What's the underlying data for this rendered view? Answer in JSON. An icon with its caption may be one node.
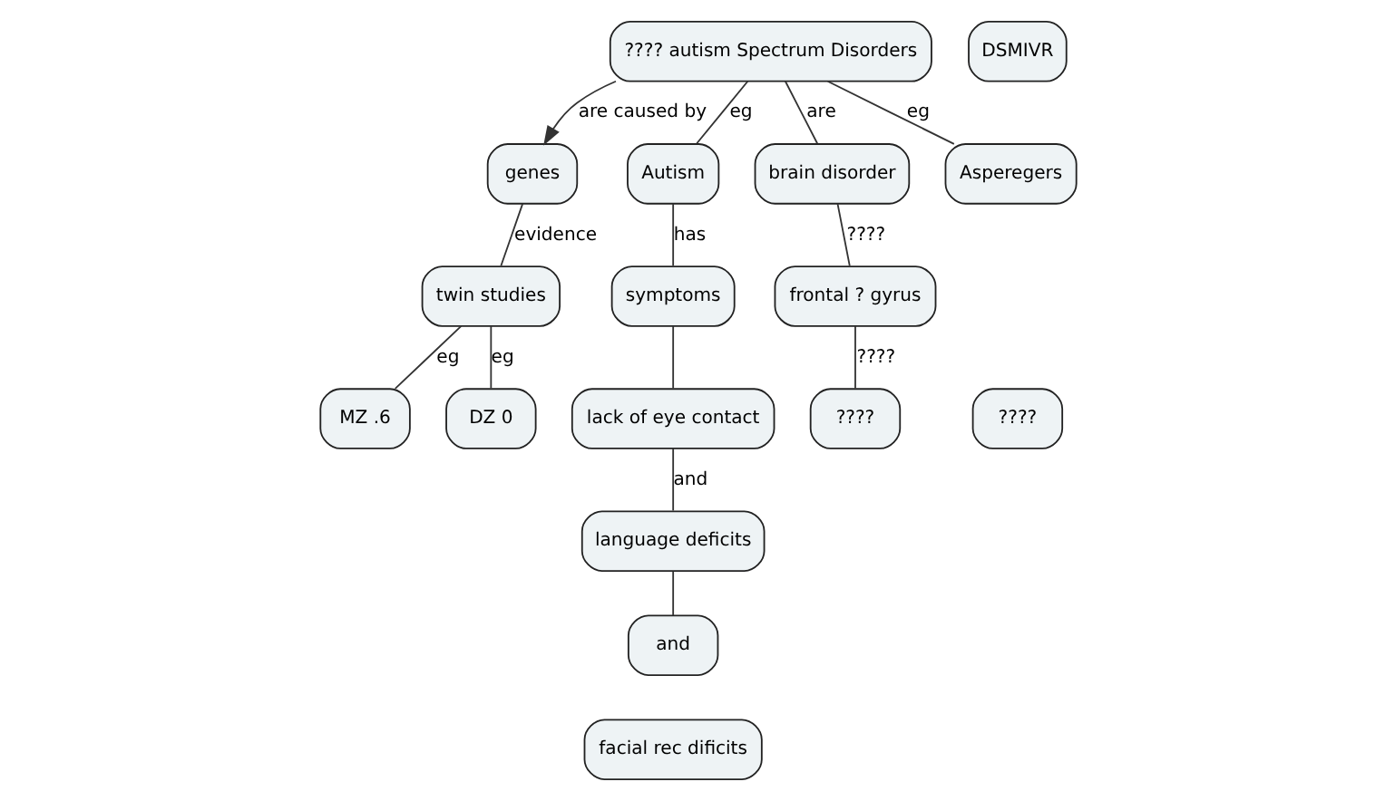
{
  "diagram": {
    "nodes": [
      {
        "text": [
          "???? autism Spectrum Disorders"
        ]
      },
      {
        "text": [
          "DSMIVR"
        ]
      },
      {
        "text": [
          "genes"
        ]
      },
      {
        "text": [
          "Autism"
        ]
      },
      {
        "text": [
          "brain disorder"
        ]
      },
      {
        "text": [
          "Asperegers"
        ]
      },
      {
        "text": [
          "twin studies"
        ]
      },
      {
        "text": [
          "symptoms"
        ]
      },
      {
        "text": [
          "frontal ? gyrus"
        ]
      },
      {
        "text": [
          "MZ .6"
        ]
      },
      {
        "text": [
          "DZ 0"
        ]
      },
      {
        "text": [
          "lack of eye contact"
        ]
      },
      {
        "text": [
          "????"
        ]
      },
      {
        "text": [
          "????"
        ]
      },
      {
        "text": [
          "language deficits"
        ]
      },
      {
        "text": [
          "and"
        ]
      },
      {
        "text": [
          "facial rec dificits"
        ]
      }
    ],
    "edges": [
      {
        "from": 0,
        "to": 2,
        "arrow": "to",
        "label": "are caused by"
      },
      {
        "from": 0,
        "to": 3,
        "arrow": "none",
        "label": "eg"
      },
      {
        "from": 0,
        "to": 4,
        "arrow": "none",
        "label": "are"
      },
      {
        "from": 0,
        "to": 5,
        "arrow": "none",
        "label": "eg"
      },
      {
        "from": 2,
        "to": 6,
        "arrow": "none",
        "label": "evidence"
      },
      {
        "from": 6,
        "to": 9,
        "arrow": "none",
        "label": "eg"
      },
      {
        "from": 6,
        "to": 10,
        "arrow": "none",
        "label": "eg"
      },
      {
        "from": 3,
        "to": 7,
        "arrow": "none",
        "label": "has"
      },
      {
        "from": 7,
        "to": 11,
        "arrow": "none"
      },
      {
        "from": 11,
        "to": 14,
        "arrow": "none",
        "label": "and"
      },
      {
        "from": 14,
        "to": 15,
        "arrow": "none"
      },
      {
        "from": 4,
        "to": 8,
        "arrow": "none",
        "label": "????"
      },
      {
        "from": 8,
        "to": 12,
        "arrow": "none",
        "label": "????"
      }
    ]
  }
}
